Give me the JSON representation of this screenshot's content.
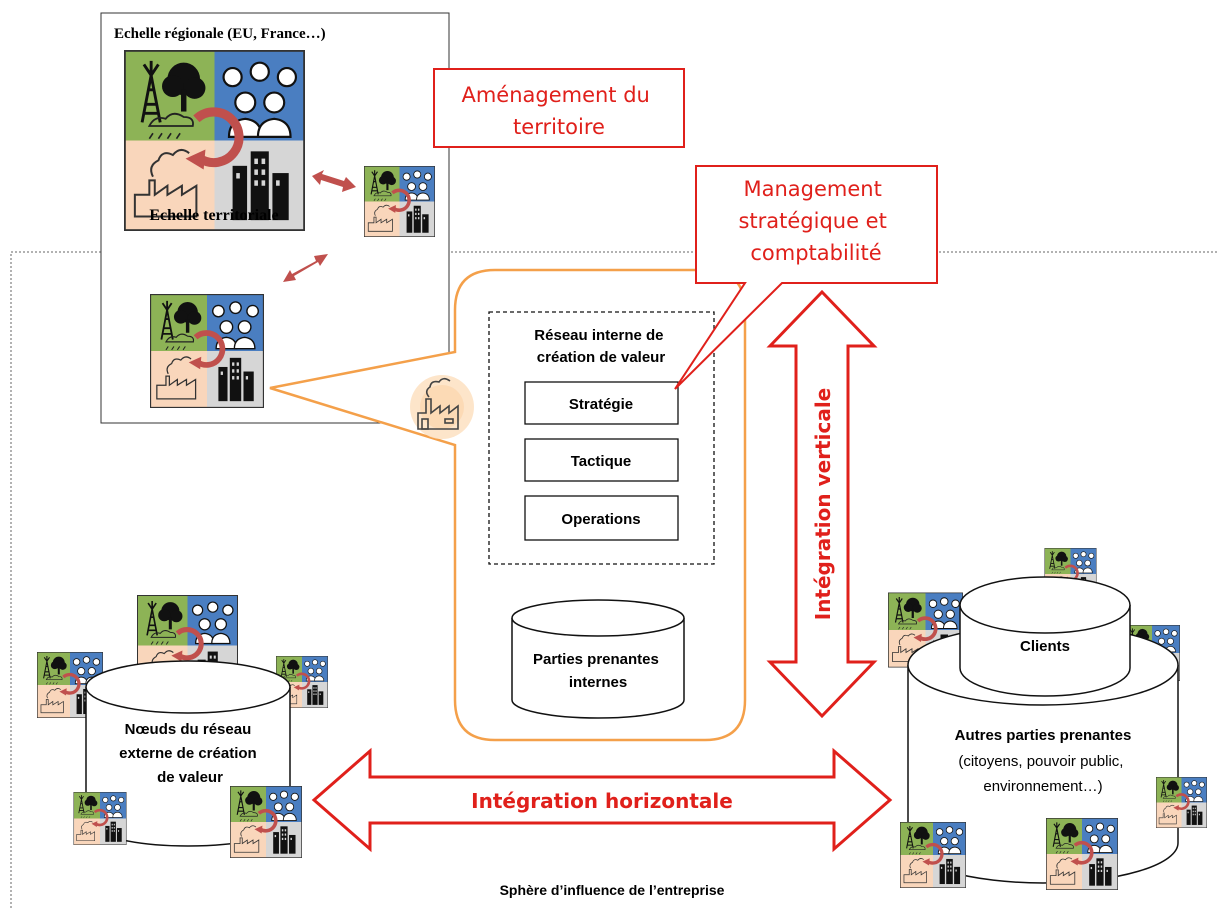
{
  "regional": {
    "title": "Echelle régionale (EU, France…)",
    "territorial_label": "Echelle territoriale"
  },
  "callouts": {
    "amenagement": [
      "Aménagement du",
      "territoire"
    ],
    "management": [
      "Management",
      "stratégique et",
      "comptabilité"
    ]
  },
  "internal_network": {
    "title": [
      "Réseau interne de",
      "création de valeur"
    ],
    "levels": [
      "Stratégie",
      "Tactique",
      "Operations"
    ],
    "stakeholders": [
      "Parties prenantes",
      "internes"
    ]
  },
  "external_network": {
    "label": [
      "Nœuds du réseau",
      "externe de création",
      "de valeur"
    ]
  },
  "right_side": {
    "clients": "Clients",
    "others_title": "Autres parties prenantes",
    "others_detail": [
      "(citoyens, pouvoir public,",
      "environnement…)"
    ]
  },
  "integration": {
    "vertical": "Intégration verticale",
    "horizontal": "Intégration horizontale"
  },
  "sphere_label": "Sphère d’influence de l’entreprise",
  "colors": {
    "accent_red": "#e0201b",
    "tile_green": "#8db356",
    "tile_blue": "#4a7ec1",
    "tile_peach": "#f9d6bb",
    "tile_gray": "#d6d6d6",
    "bubble_orange": "#f4a04a",
    "cycle_arrow": "#c0504d"
  },
  "icons": [
    "oil-derrick-icon",
    "tree-icon",
    "rain-cloud-icon",
    "people-icon",
    "factory-icon",
    "buildings-icon",
    "cycle-arrow-icon"
  ]
}
